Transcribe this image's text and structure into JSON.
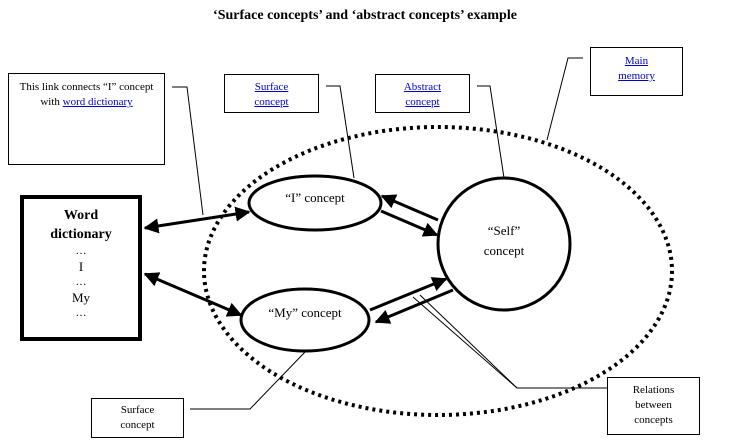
{
  "title": "‘Surface concepts’ and ‘abstract concepts’ example",
  "callouts": {
    "link_note": {
      "text": "This link connects “I” concept with ",
      "link": "word dictionary"
    },
    "surface_top": {
      "link": "Surface concept"
    },
    "abstract": {
      "link": "Abstract concept"
    },
    "main_memory": {
      "link": "Main memory"
    },
    "surface_bottom": {
      "text": "Surface concept"
    },
    "relations": {
      "text": "Relations between concepts"
    }
  },
  "dictionary": {
    "title_line1": "Word",
    "title_line2": "dictionary",
    "dots1": "…",
    "item1": "I",
    "dots2": "…",
    "item2": "My",
    "dots3": "…"
  },
  "nodes": {
    "i_concept": "“I” concept",
    "my_concept": "“My” concept",
    "self_line1": "“Self”",
    "self_line2": "concept"
  }
}
